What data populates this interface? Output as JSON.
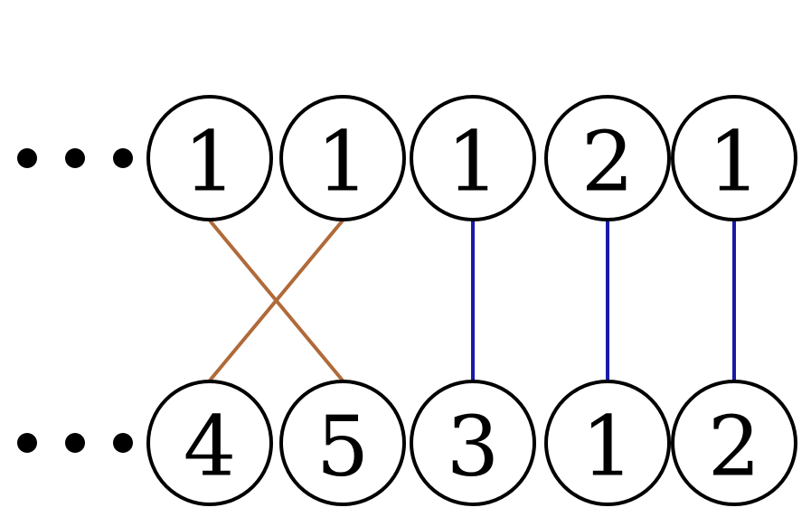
{
  "diagram": {
    "top_row": [
      "1",
      "1",
      "1",
      "2",
      "1"
    ],
    "bottom_row": [
      "4",
      "5",
      "3",
      "1",
      "2"
    ],
    "ellipsis_top": "...",
    "ellipsis_bottom": "...",
    "links": [
      {
        "from": 0,
        "to": 1,
        "color": "#b06a3a",
        "kind": "crossed"
      },
      {
        "from": 1,
        "to": 0,
        "color": "#b06a3a",
        "kind": "crossed"
      },
      {
        "from": 2,
        "to": 2,
        "color": "#1a1aa6",
        "kind": "straight"
      },
      {
        "from": 3,
        "to": 3,
        "color": "#1a1aa6",
        "kind": "straight"
      },
      {
        "from": 4,
        "to": 4,
        "color": "#1a1aa6",
        "kind": "straight"
      }
    ]
  }
}
